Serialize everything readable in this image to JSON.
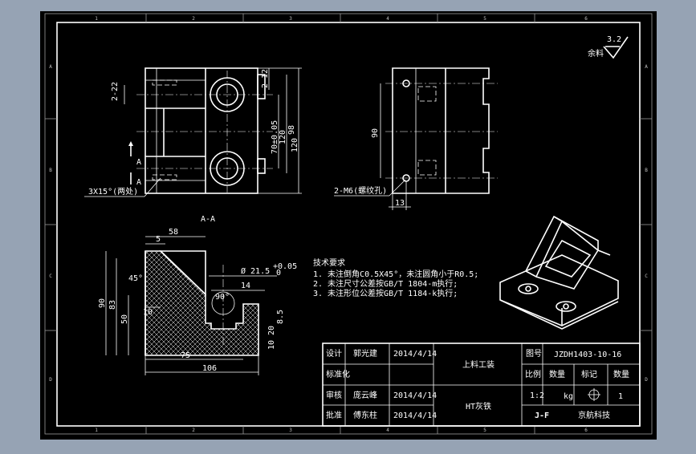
{
  "border_refs": {
    "top": [
      "1",
      "2",
      "3",
      "4",
      "5",
      "6"
    ],
    "bottom": [
      "1",
      "2",
      "3",
      "4",
      "5",
      "6"
    ],
    "left": [
      "A",
      "B",
      "C",
      "D"
    ],
    "right": [
      "A",
      "B",
      "C",
      "D"
    ]
  },
  "roughness": {
    "value": "3.2",
    "label": "余料"
  },
  "top_left_view": {
    "dims": [
      "2-22",
      "2-12",
      "70±0.05",
      "120",
      "98",
      "120"
    ],
    "section_mark": "A",
    "chamfer_note": "3X15°(两处)"
  },
  "top_right_view": {
    "dims": [
      "90",
      "13"
    ],
    "thread_note": "2-M6(螺纹孔)"
  },
  "section_view": {
    "title": "A-A",
    "dims": [
      "58",
      "5",
      "45°",
      "Ø 21.5",
      "+0.05",
      "0",
      "14",
      "90°",
      "90",
      "83",
      "50",
      "10",
      "20",
      "10",
      "8.5",
      "75",
      "106"
    ]
  },
  "tech_requirements": {
    "heading": "技术要求",
    "lines": [
      "1. 未注倒角C0.5X45°，未注圆角小于R0.5;",
      "2. 未注尺寸公差按GB/T 1804-m执行;",
      "3. 未注形位公差按GB/T 1184-k执行;"
    ]
  },
  "title_block": {
    "row1": {
      "role": "设计",
      "name": "郭光建",
      "date": "2014/4/14"
    },
    "row2": {
      "role": "标准化"
    },
    "row3": {
      "role": "审核",
      "name": "庞云峰",
      "date": "2014/4/14"
    },
    "row4": {
      "role": "批准",
      "name": "傅东柱",
      "date": "2014/4/14"
    },
    "part_name": "上料工装",
    "material": "HT灰铁",
    "drawing_label": "图号",
    "drawing_no": "JZDH1403-10-16",
    "col_scale": "比例",
    "col_weight": "数量",
    "col_mark": "标记",
    "col_qty": "数量",
    "scale": "1:2",
    "weight_unit": "kg",
    "qty": "1",
    "company_logo": "J-F",
    "company": "京航科技"
  }
}
